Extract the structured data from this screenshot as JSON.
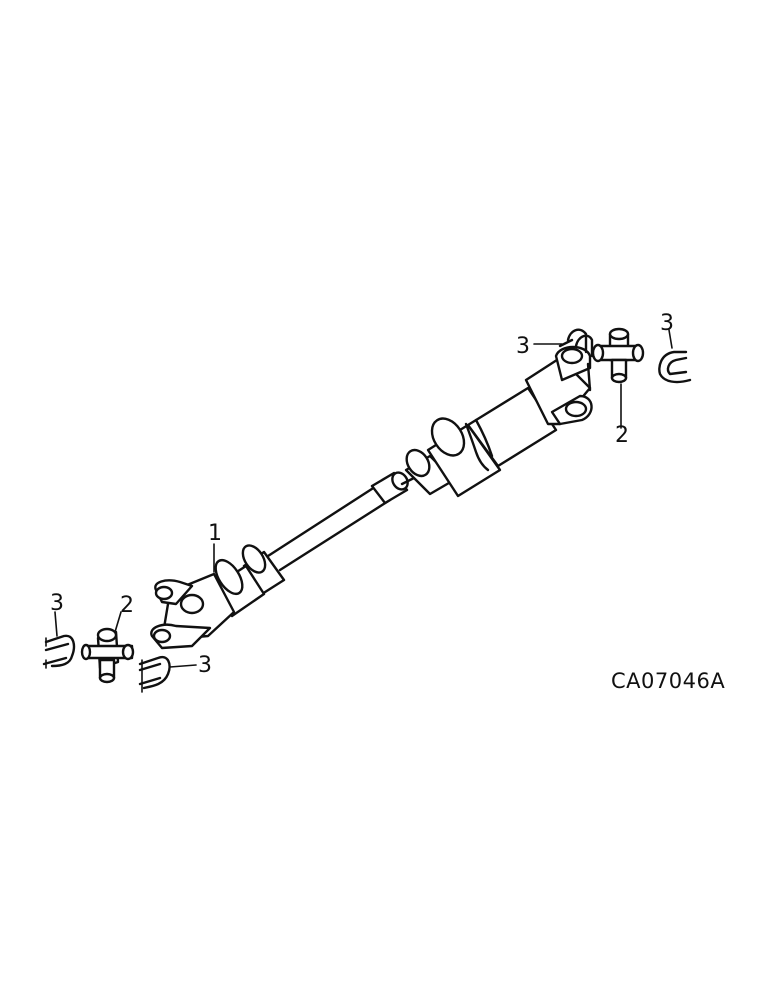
{
  "drawing_code": "CA07046A",
  "callouts": [
    {
      "id": "c1",
      "text": "1"
    },
    {
      "id": "c2_left",
      "text": "2"
    },
    {
      "id": "c2_right",
      "text": "2"
    },
    {
      "id": "c3_left_top",
      "text": "3"
    },
    {
      "id": "c3_left_bottom",
      "text": "3"
    },
    {
      "id": "c3_right_upper",
      "text": "3"
    },
    {
      "id": "c3_right_far",
      "text": "3"
    }
  ]
}
